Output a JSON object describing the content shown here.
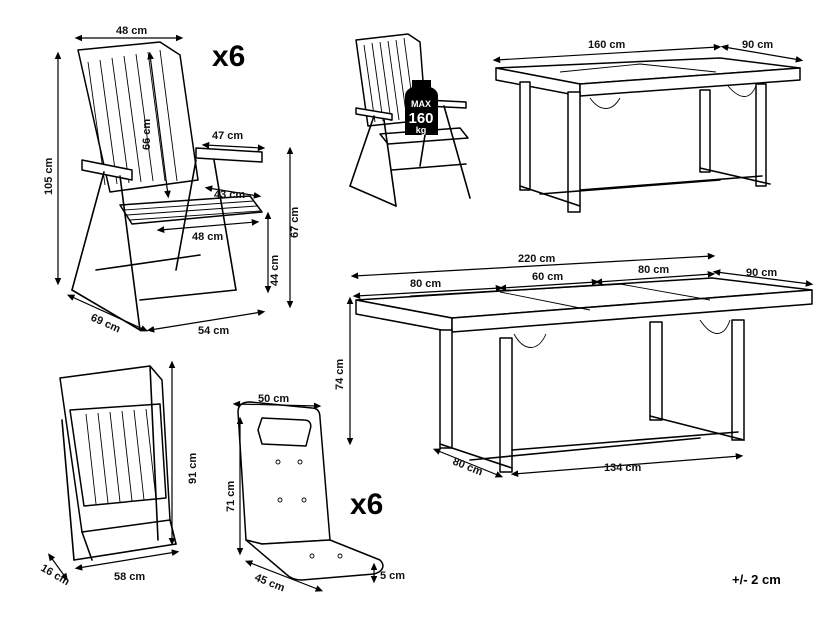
{
  "chair": {
    "multiplier": "x6",
    "width_top": "48 cm",
    "height_total": "105 cm",
    "back_height": "66 cm",
    "armrest_depth": "47 cm",
    "seat_depth": "43 cm",
    "seat_width": "48 cm",
    "seat_height": "44 cm",
    "arm_height": "67 cm",
    "depth_base": "69 cm",
    "width_base": "54 cm"
  },
  "load_badge": {
    "max_label": "MAX",
    "value": "160",
    "unit": "kg"
  },
  "table_small": {
    "length": "160 cm",
    "width": "90 cm"
  },
  "table_extended": {
    "total_length": "220 cm",
    "left_leaf": "80 cm",
    "middle_leaf": "60 cm",
    "right_leaf": "80 cm",
    "width": "90 cm",
    "height": "74 cm",
    "base_depth": "80 cm",
    "base_length": "134 cm"
  },
  "folded_chair": {
    "height": "91 cm",
    "width": "58 cm",
    "thickness": "16 cm"
  },
  "cushion": {
    "multiplier": "x6",
    "width": "50 cm",
    "back_height": "71 cm",
    "seat_depth": "45 cm",
    "thickness": "5 cm"
  },
  "tolerance": "+/- 2 cm"
}
